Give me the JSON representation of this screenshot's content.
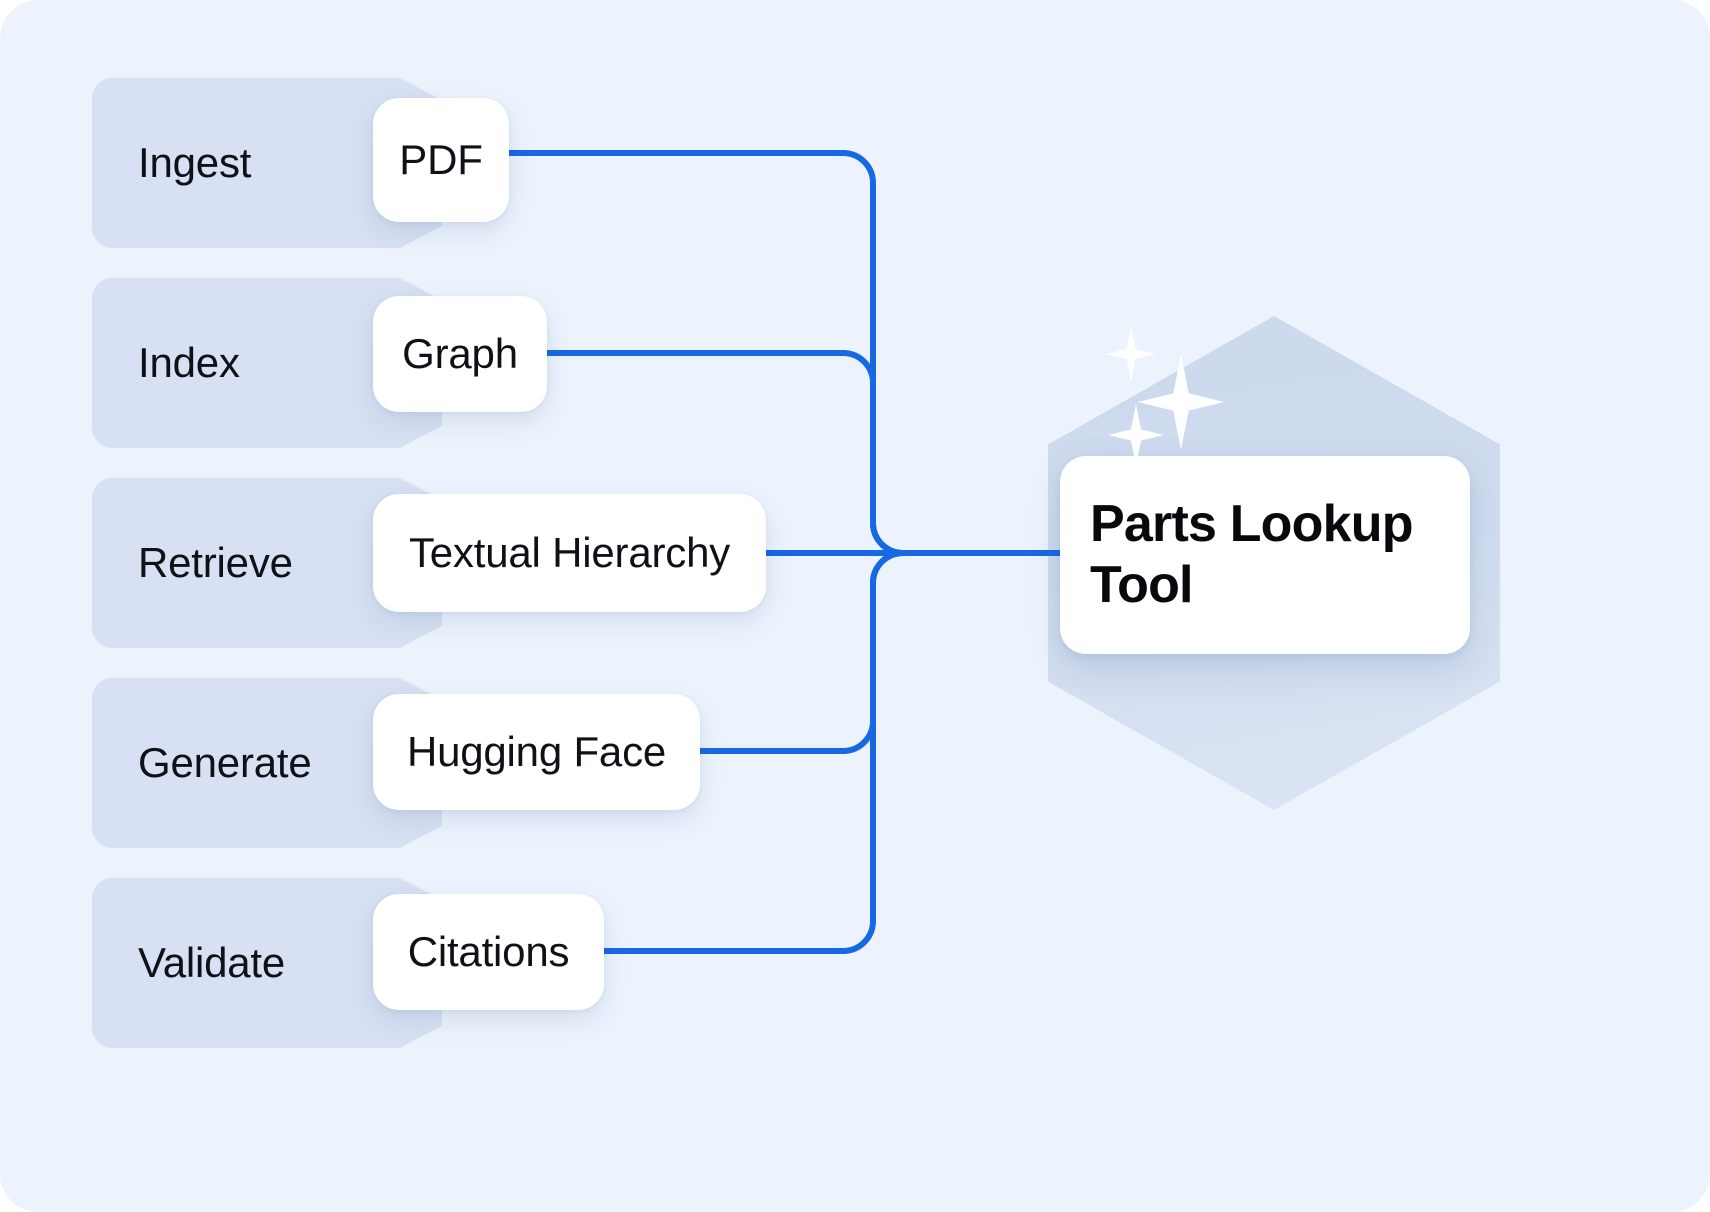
{
  "theme": {
    "background": "#ecf3fd",
    "step_pill": "#d7e1f3",
    "chip_bg": "#ffffff",
    "hexagon": "#ccd9ee",
    "connector": "#1668e3",
    "text": "#0e1116",
    "sparkle": "#ffffff"
  },
  "pipeline": {
    "steps": [
      {
        "label": "Ingest",
        "chip": "PDF"
      },
      {
        "label": "Index",
        "chip": "Graph"
      },
      {
        "label": "Retrieve",
        "chip": "Textual Hierarchy"
      },
      {
        "label": "Generate",
        "chip": "Hugging Face"
      },
      {
        "label": "Validate",
        "chip": "Citations"
      }
    ]
  },
  "target": {
    "title_line_1": "Parts Lookup",
    "title_line_2": "Tool",
    "decoration": "sparkles-hexagon"
  }
}
